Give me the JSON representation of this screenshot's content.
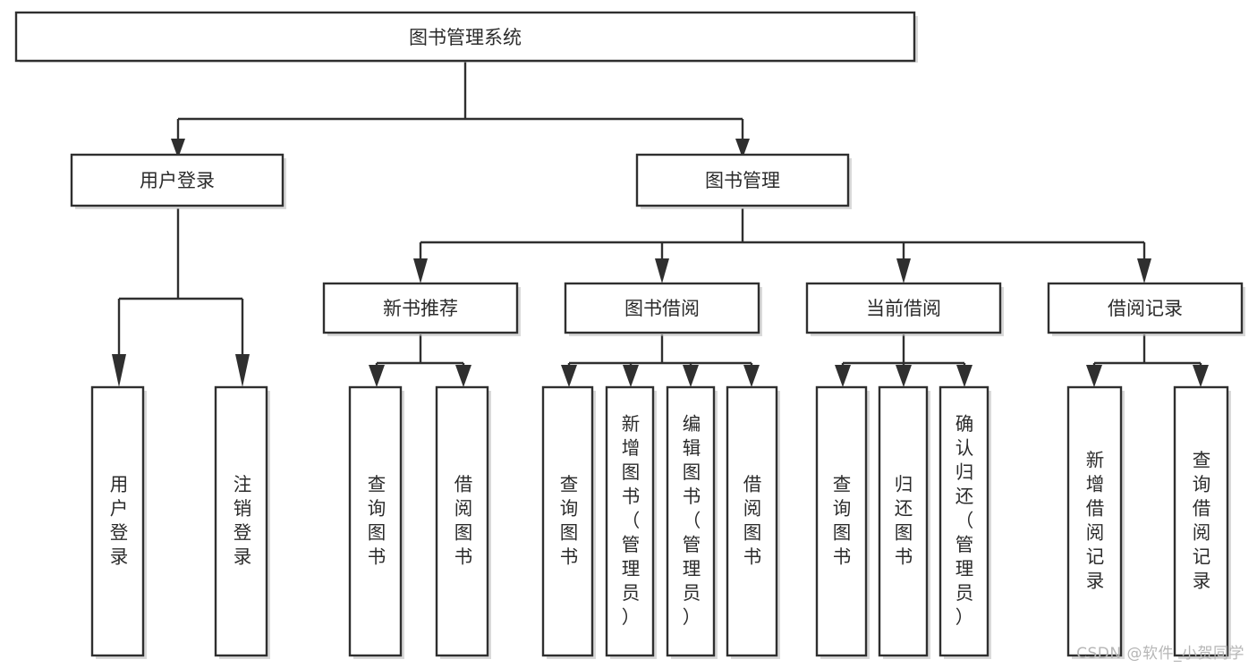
{
  "diagram": {
    "type": "tree",
    "title": "图书管理系统",
    "orientation": "top-down",
    "leaf_text_direction": "vertical",
    "colors": {
      "background": "#ffffff",
      "node_fill": "#ffffff",
      "node_border": "#2f2f2f",
      "connector": "#2f2f2f",
      "label_text": "#2b2b2b",
      "watermark": "#b6b6b6"
    },
    "root": {
      "label": "图书管理系统"
    },
    "level1": [
      {
        "label": "用户登录"
      },
      {
        "label": "图书管理"
      }
    ],
    "level2": [
      {
        "label": "新书推荐"
      },
      {
        "label": "图书借阅"
      },
      {
        "label": "当前借阅"
      },
      {
        "label": "借阅记录"
      }
    ],
    "leaves": {
      "user_login": [
        {
          "label": "用户登录"
        },
        {
          "label": "注销登录"
        }
      ],
      "new_book_recommend": [
        {
          "label": "查询图书"
        },
        {
          "label": "借阅图书"
        }
      ],
      "book_borrow": [
        {
          "label": "查询图书"
        },
        {
          "label": "新增图书（管理员）"
        },
        {
          "label": "编辑图书（管理员）"
        },
        {
          "label": "借阅图书"
        }
      ],
      "current_borrow": [
        {
          "label": "查询图书"
        },
        {
          "label": "归还图书"
        },
        {
          "label": "确认归还（管理员）"
        }
      ],
      "borrow_record": [
        {
          "label": "新增借阅记录"
        },
        {
          "label": "查询借阅记录"
        }
      ]
    }
  },
  "watermark": {
    "text": "CSDN @软件_小贺同学"
  }
}
